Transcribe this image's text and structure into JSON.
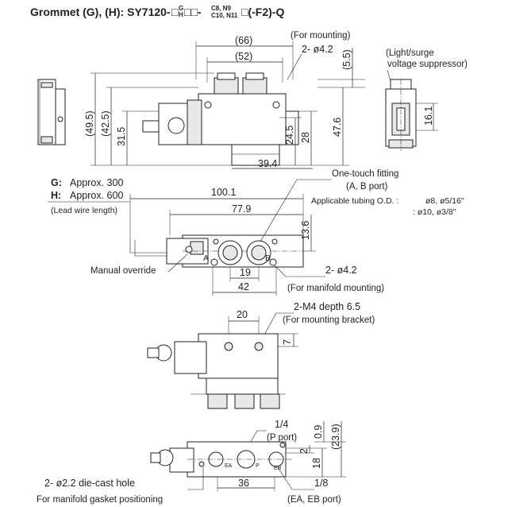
{
  "title": {
    "prefix": "Grommet (G), (H): SY7120-",
    "box": "□",
    "code_top": "G",
    "code_bottom": "H",
    "boxes_after": "□□-",
    "opt_top": "C8, N9",
    "opt_bottom": "C10, N11",
    "suffix": "□(-F2)-Q"
  },
  "top_view": {
    "dims": {
      "overall_width": "(66)",
      "inner_width": "(52)",
      "mounting_holes": "2- ø4.2",
      "mounting_note": "(For mounting)",
      "offset_top": "(5.5)",
      "height_overall": "(49.5)",
      "height_inner": "(42.5)",
      "height_body": "31.5",
      "height_mid": "24.5",
      "height_low": "28",
      "height_right": "47.6",
      "width_bottom": "39.4"
    }
  },
  "side_view": {
    "label_line1": "(Light/surge",
    "label_line2": "voltage suppressor)",
    "dim": "16.1"
  },
  "middle_view": {
    "lead_g_code": "G:",
    "lead_g_text": "Approx. 300",
    "lead_h_code": "H:",
    "lead_h_text": "Approx. 600",
    "lead_note": "(Lead wire length)",
    "dim_overall": "100.1",
    "dim_body": "77.9",
    "dim_height": "13.6",
    "dim_pitch": "19",
    "dim_width": "42",
    "fitting_label": "One-touch fitting",
    "fitting_port": "(A, B port)",
    "tubing_label": "Applicable tubing O.D. :",
    "tubing_1": "ø8, ø5/16\"",
    "tubing_2": ": ø10, ø3/8\"",
    "manual_override": "Manual override",
    "manifold_holes": "2- ø4.2",
    "manifold_note": "(For manifold mounting)",
    "port_a": "A",
    "port_b": "B"
  },
  "bracket_view": {
    "dim_holes": "20",
    "dim_offset": "7",
    "thread_label": "2-M4 depth 6.5",
    "thread_note": "(For mounting bracket)"
  },
  "bottom_view": {
    "p_port_size": "1/4",
    "p_port_label": "(P port)",
    "dim_small": "0.9",
    "dim_overall": "(23.9)",
    "dim_2": "2",
    "dim_18": "18",
    "dim_36": "36",
    "exhaust_size": "1/8",
    "exhaust_label": "(EA, EB port)",
    "die_cast_hole": "2- ø2.2 die-cast hole",
    "gasket_note": "For manifold gasket positioning",
    "port_ea": "EA",
    "port_p": "P",
    "port_eb": "EB"
  }
}
